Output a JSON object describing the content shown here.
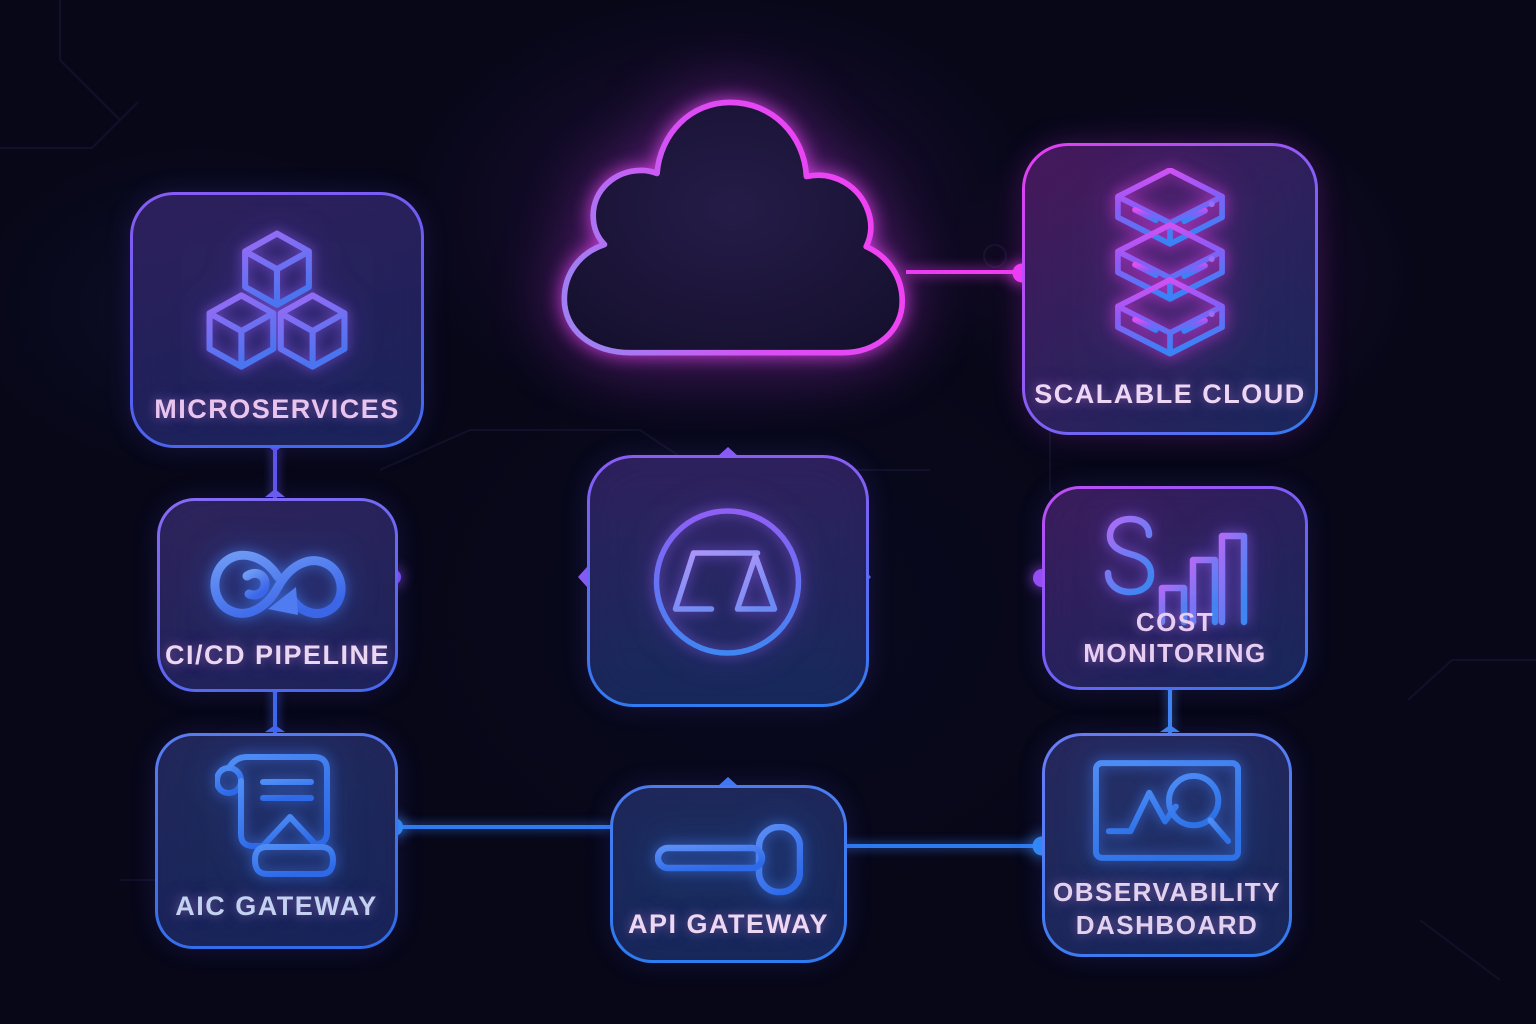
{
  "diagram": {
    "type": "cloud-architecture-neon-diagram",
    "theme": {
      "background": "#070718",
      "magenta": "#ee3df3",
      "purple": "#8b5cf6",
      "blue": "#2f7bf0",
      "label_pink": "#e9cdf1",
      "label_blue": "#c3d2f0"
    },
    "nodes": {
      "cloud": {
        "label": "",
        "icon": "cloud-icon"
      },
      "microservices": {
        "label": "MICROSERVICES",
        "icon": "cubes-icon"
      },
      "scalable_cloud": {
        "label": "SCALABLE CLOUD",
        "icon": "server-stack-icon"
      },
      "cicd_pipeline": {
        "label": "CI/CD PIPELINE",
        "icon": "infinity-loop-icon"
      },
      "load_balancer": {
        "label": "",
        "icon": "balance-scale-icon"
      },
      "cost_monitoring": {
        "label": "COST MONITORING",
        "icon": "dollar-bar-chart-icon"
      },
      "aic_gateway": {
        "label": "AIC GATEWAY",
        "icon": "scroll-icon"
      },
      "api_gateway": {
        "label": "API GATEWAY",
        "icon": "key-icon"
      },
      "observability_dashboard": {
        "label": "OBSERVABILITY DASHBOARD",
        "icon": "chart-magnifier-icon"
      }
    },
    "connections": [
      {
        "from": "microservices",
        "to": "cloud"
      },
      {
        "from": "cloud",
        "to": "scalable_cloud"
      },
      {
        "from": "cloud",
        "to": "load_balancer"
      },
      {
        "from": "microservices",
        "to": "cicd_pipeline"
      },
      {
        "from": "cicd_pipeline",
        "to": "load_balancer"
      },
      {
        "from": "load_balancer",
        "to": "cost_monitoring"
      },
      {
        "from": "cicd_pipeline",
        "to": "aic_gateway"
      },
      {
        "from": "load_balancer",
        "to": "api_gateway"
      },
      {
        "from": "cost_monitoring",
        "to": "observability_dashboard"
      },
      {
        "from": "aic_gateway",
        "to": "api_gateway"
      },
      {
        "from": "api_gateway",
        "to": "observability_dashboard"
      }
    ]
  }
}
